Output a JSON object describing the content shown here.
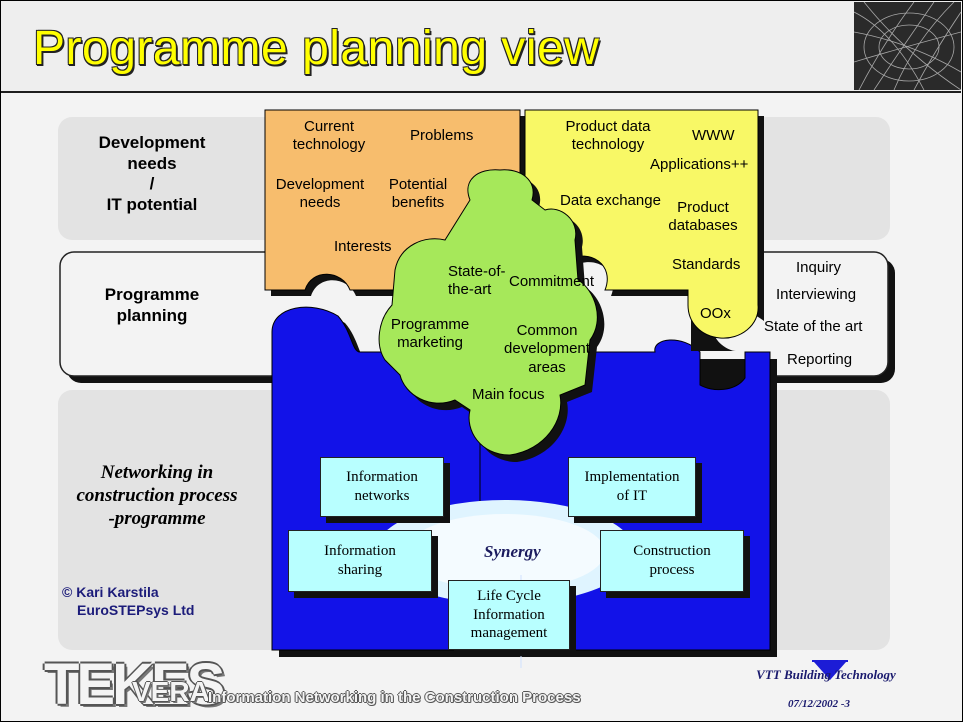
{
  "slide": {
    "title": "Programme planning view"
  },
  "rows": {
    "top_label": [
      "Development",
      "needs",
      "/",
      "IT potential"
    ],
    "middle_label": [
      "Programme",
      "planning"
    ],
    "bottom_label": [
      "Networking in",
      "construction process",
      "-programme"
    ]
  },
  "orange_piece": {
    "current_technology": [
      "Current",
      "technology"
    ],
    "problems": "Problems",
    "development_needs": [
      "Development",
      "needs"
    ],
    "potential_benefits": [
      "Potential",
      "benefits"
    ],
    "interests": "Interests",
    "color": "#f7bd6d"
  },
  "yellow_piece": {
    "product_data_technology": [
      "Product data",
      "technology"
    ],
    "www": "WWW",
    "applications": "Applications++",
    "data_exchange": "Data exchange",
    "product_databases": [
      "Product",
      "databases"
    ],
    "standards": "Standards",
    "oox": "OOx",
    "color": "#f8f866"
  },
  "green_piece": {
    "state_of_the_art": [
      "State-of-",
      "the-art"
    ],
    "commitment": "Commitment",
    "programme_marketing": [
      "Programme",
      "marketing"
    ],
    "common_development_areas": [
      "Common",
      "development",
      "areas"
    ],
    "main_focus": "Main focus",
    "color": "#a6e85a"
  },
  "planning_methods": [
    "Inquiry",
    "Interviewing",
    "State of the art",
    "Reporting"
  ],
  "blue_piece": {
    "color": "#1212e8",
    "synergy": "Synergy",
    "boxes": {
      "information_networks": [
        "Information",
        "networks"
      ],
      "implementation_of_it": [
        "Implementation",
        "of  IT"
      ],
      "information_sharing": [
        "Information",
        "sharing"
      ],
      "construction_process": [
        "Construction",
        "process"
      ],
      "life_cycle": [
        "Life Cycle",
        "Information",
        "management"
      ]
    }
  },
  "copyright": [
    "© Kari Karstila",
    "EuroSTEPsys Ltd"
  ],
  "footer": {
    "tekes": "TEKES",
    "vera": "VERA",
    "subtitle": "Information Networking in the Construction Process",
    "vtt": "VTT Building Technology",
    "date": "07/12/2002  -3"
  }
}
